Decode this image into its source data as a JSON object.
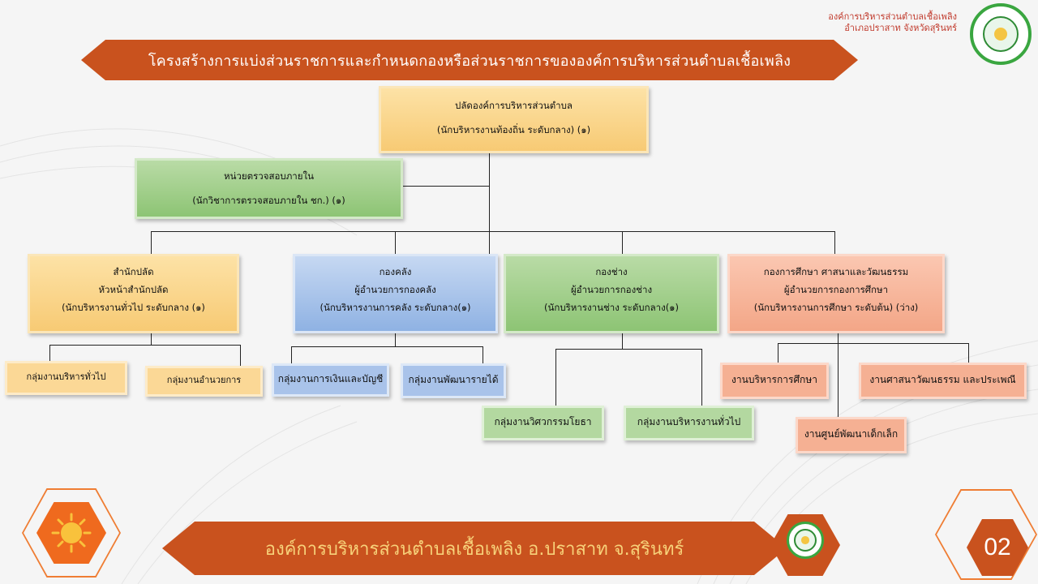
{
  "header": {
    "org_line1": "องค์การบริหารส่วนตำบลเชื้อเพลิง",
    "org_line2": "อำเภอปราสาท จังหวัดสุรินทร์"
  },
  "title": "โครงสร้างการแบ่งส่วนราชการและกำหนดกองหรือส่วนราชการขององค์การบริหารส่วนตำบลเชื้อเพลิง",
  "nodes": {
    "head": {
      "line1": "ปลัดองค์การบริหารส่วนตำบล",
      "line2": "(นักบริหารงานท้องถิ่น ระดับกลาง) (๑)"
    },
    "audit": {
      "line1": "หน่วยตรวจสอบภายใน",
      "line2": "(นักวิชาการตรวจสอบภายใน ชก.) (๑)"
    },
    "office": {
      "line1": "สำนักปลัด",
      "line2": "หัวหน้าสำนักปลัด",
      "line3": "(นักบริหารงานทั่วไป ระดับกลาง (๑)"
    },
    "finance": {
      "line1": "กองคลัง",
      "line2": "ผู้อำนวยการกองคลัง",
      "line3": "(นักบริหารงานการคลัง ระดับกลาง(๑)"
    },
    "engineering": {
      "line1": "กองช่าง",
      "line2": "ผู้อำนวยการกองช่าง",
      "line3": "(นักบริหารงานช่าง ระดับกลาง(๑)"
    },
    "education": {
      "line1": "กองการศึกษา ศาสนาและวัฒนธรรม",
      "line2": "ผู้อำนวยการกองการศึกษา",
      "line3": "(นักบริหารงานการศึกษา ระดับต้น) (ว่าง)"
    }
  },
  "sub_units": {
    "office_general": "กลุ่มงานบริหารทั่วไป",
    "office_facilitation": "กลุ่มงานอำนวยการ",
    "finance_accounting": "กลุ่มงานการเงินและบัญชี",
    "finance_revenue": "กลุ่มงานพัฒนารายได้",
    "eng_works": "กลุ่มงานวิศวกรรมโยธา",
    "eng_general": "กลุ่มงานบริหารงานทั่วไป",
    "edu_admin": "งานบริหารการศึกษา",
    "edu_childcare": "งานศูนย์พัฒนาเด็กเล็ก",
    "edu_religion": "งานศาสนาวัฒนธรรม และประเพณี"
  },
  "footer": {
    "org": "องค์การบริหารส่วนตำบลเชื้อเพลิง อ.ปราสาท จ.สุรินทร์",
    "page": "02"
  },
  "colors": {
    "brand_orange": "#c9521e",
    "logo_green": "#3aa640"
  }
}
